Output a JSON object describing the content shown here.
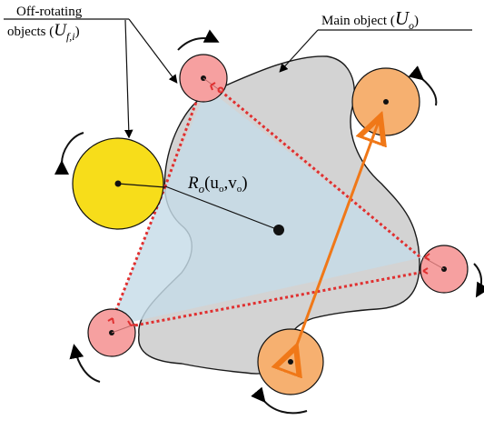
{
  "labels": {
    "off_rotating_line1": "Off-rotating",
    "off_rotating_line2_prefix": "objects (",
    "off_rotating_symbol": "U",
    "off_rotating_subscript": "f,i",
    "off_rotating_suffix": ")",
    "main_object_prefix": "Main object (",
    "main_object_symbol": "U",
    "main_object_subscript": "o",
    "main_object_suffix": ")",
    "radius_symbol": "R",
    "radius_subscript": "o",
    "radius_args_open": "(u",
    "radius_args_u_sub": "o",
    "radius_args_comma": ",v",
    "radius_args_v_sub": "o",
    "radius_args_close": ")"
  },
  "colors": {
    "main_object_fill": "#d3d3d3",
    "polygon_fill": "#c6dce8",
    "polygon_outline": "#e03030",
    "yellow_circle": "#f7dd1a",
    "pink_circle": "#f6a0a0",
    "orange_circle": "#f6b070",
    "orange_arrow": "#f07818"
  }
}
